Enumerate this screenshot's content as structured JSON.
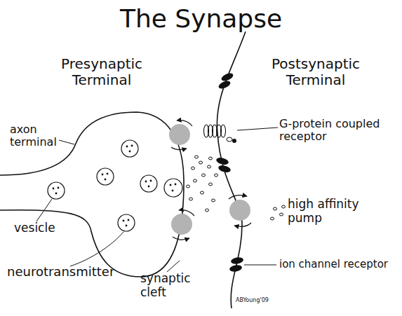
{
  "diagram": {
    "title": "The Synapse",
    "labels": [
      "Presynaptic Terminal",
      "Postsynaptic Terminal",
      "axon terminal",
      "vesicle",
      "neurotransmitter",
      "synaptic cleft",
      "G-protein coupled receptor",
      "high affinity pump",
      "ion channel receptor",
      "ABYoung'09"
    ]
  }
}
